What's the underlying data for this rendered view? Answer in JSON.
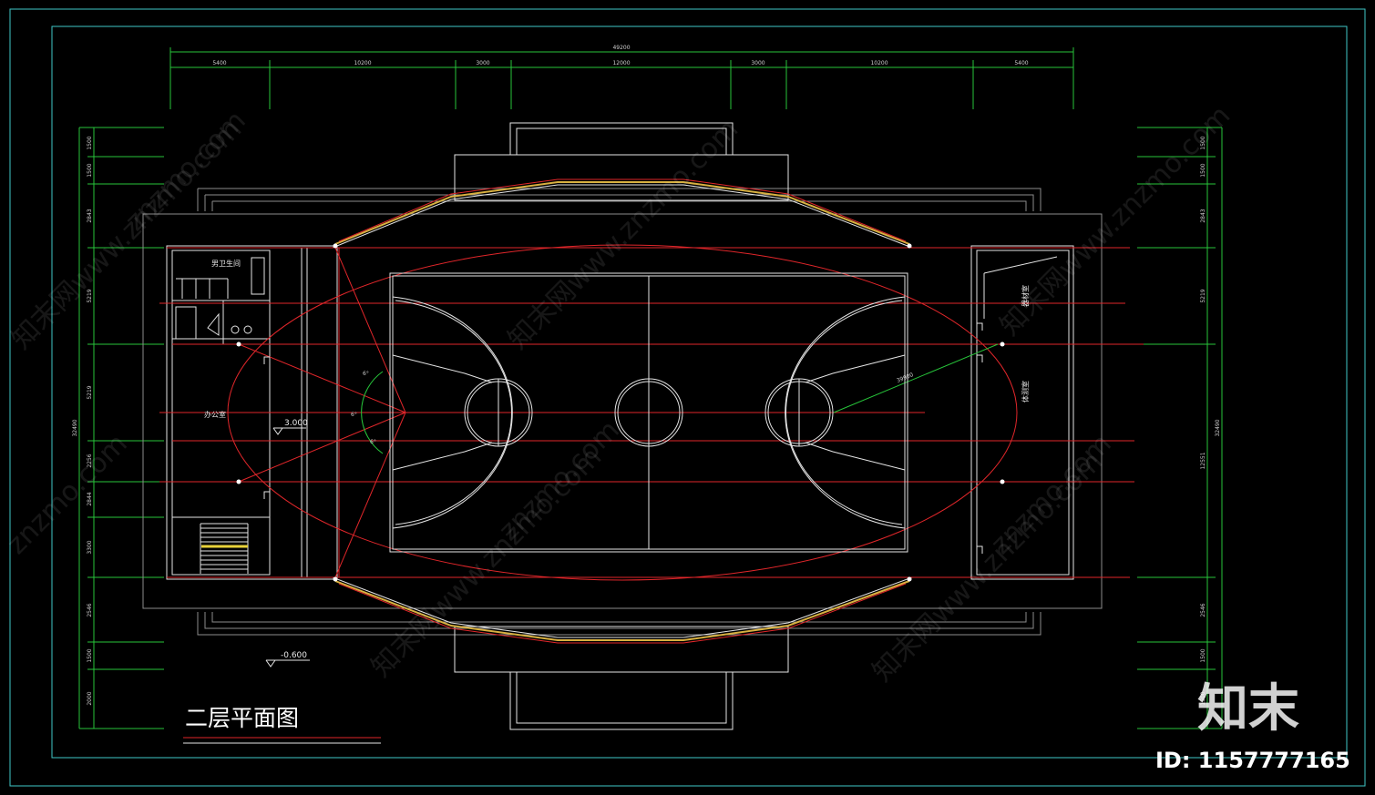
{
  "title": "二层平面图",
  "level_marks": [
    "3.000",
    "-0.600"
  ],
  "dimensions": {
    "top_total": "49200",
    "top": [
      "5400",
      "10200",
      "3000",
      "12000",
      "3000",
      "10200",
      "5400"
    ],
    "left_total": "32490",
    "left": [
      "1500",
      "1500",
      "2843",
      "5219",
      "5219",
      "2256",
      "2844",
      "3300",
      "2546",
      "1500",
      "2000"
    ],
    "right_total": "32490",
    "right_mid": "12551",
    "right": [
      "1500",
      "1500",
      "2843",
      "5219",
      "2546",
      "1500",
      "1500"
    ],
    "radius_label": "39900",
    "angle_labels": [
      "6°",
      "6°",
      "6°"
    ]
  },
  "rooms": {
    "restroom": "男卫生间",
    "office": "办公室",
    "right_top": "器材室",
    "right_bottom": "体测室"
  },
  "watermark": {
    "text": "znzmo.com",
    "text_cn": "知末网www.znzmo.com",
    "logo": "知末",
    "id": "ID: 1157777165"
  },
  "colors": {
    "background": "#000000",
    "frame": "#3fc7c7",
    "dimension": "#27c43a",
    "axis": "#e0262a",
    "wall": "#e4e4e4",
    "gold": "#d8b040"
  }
}
